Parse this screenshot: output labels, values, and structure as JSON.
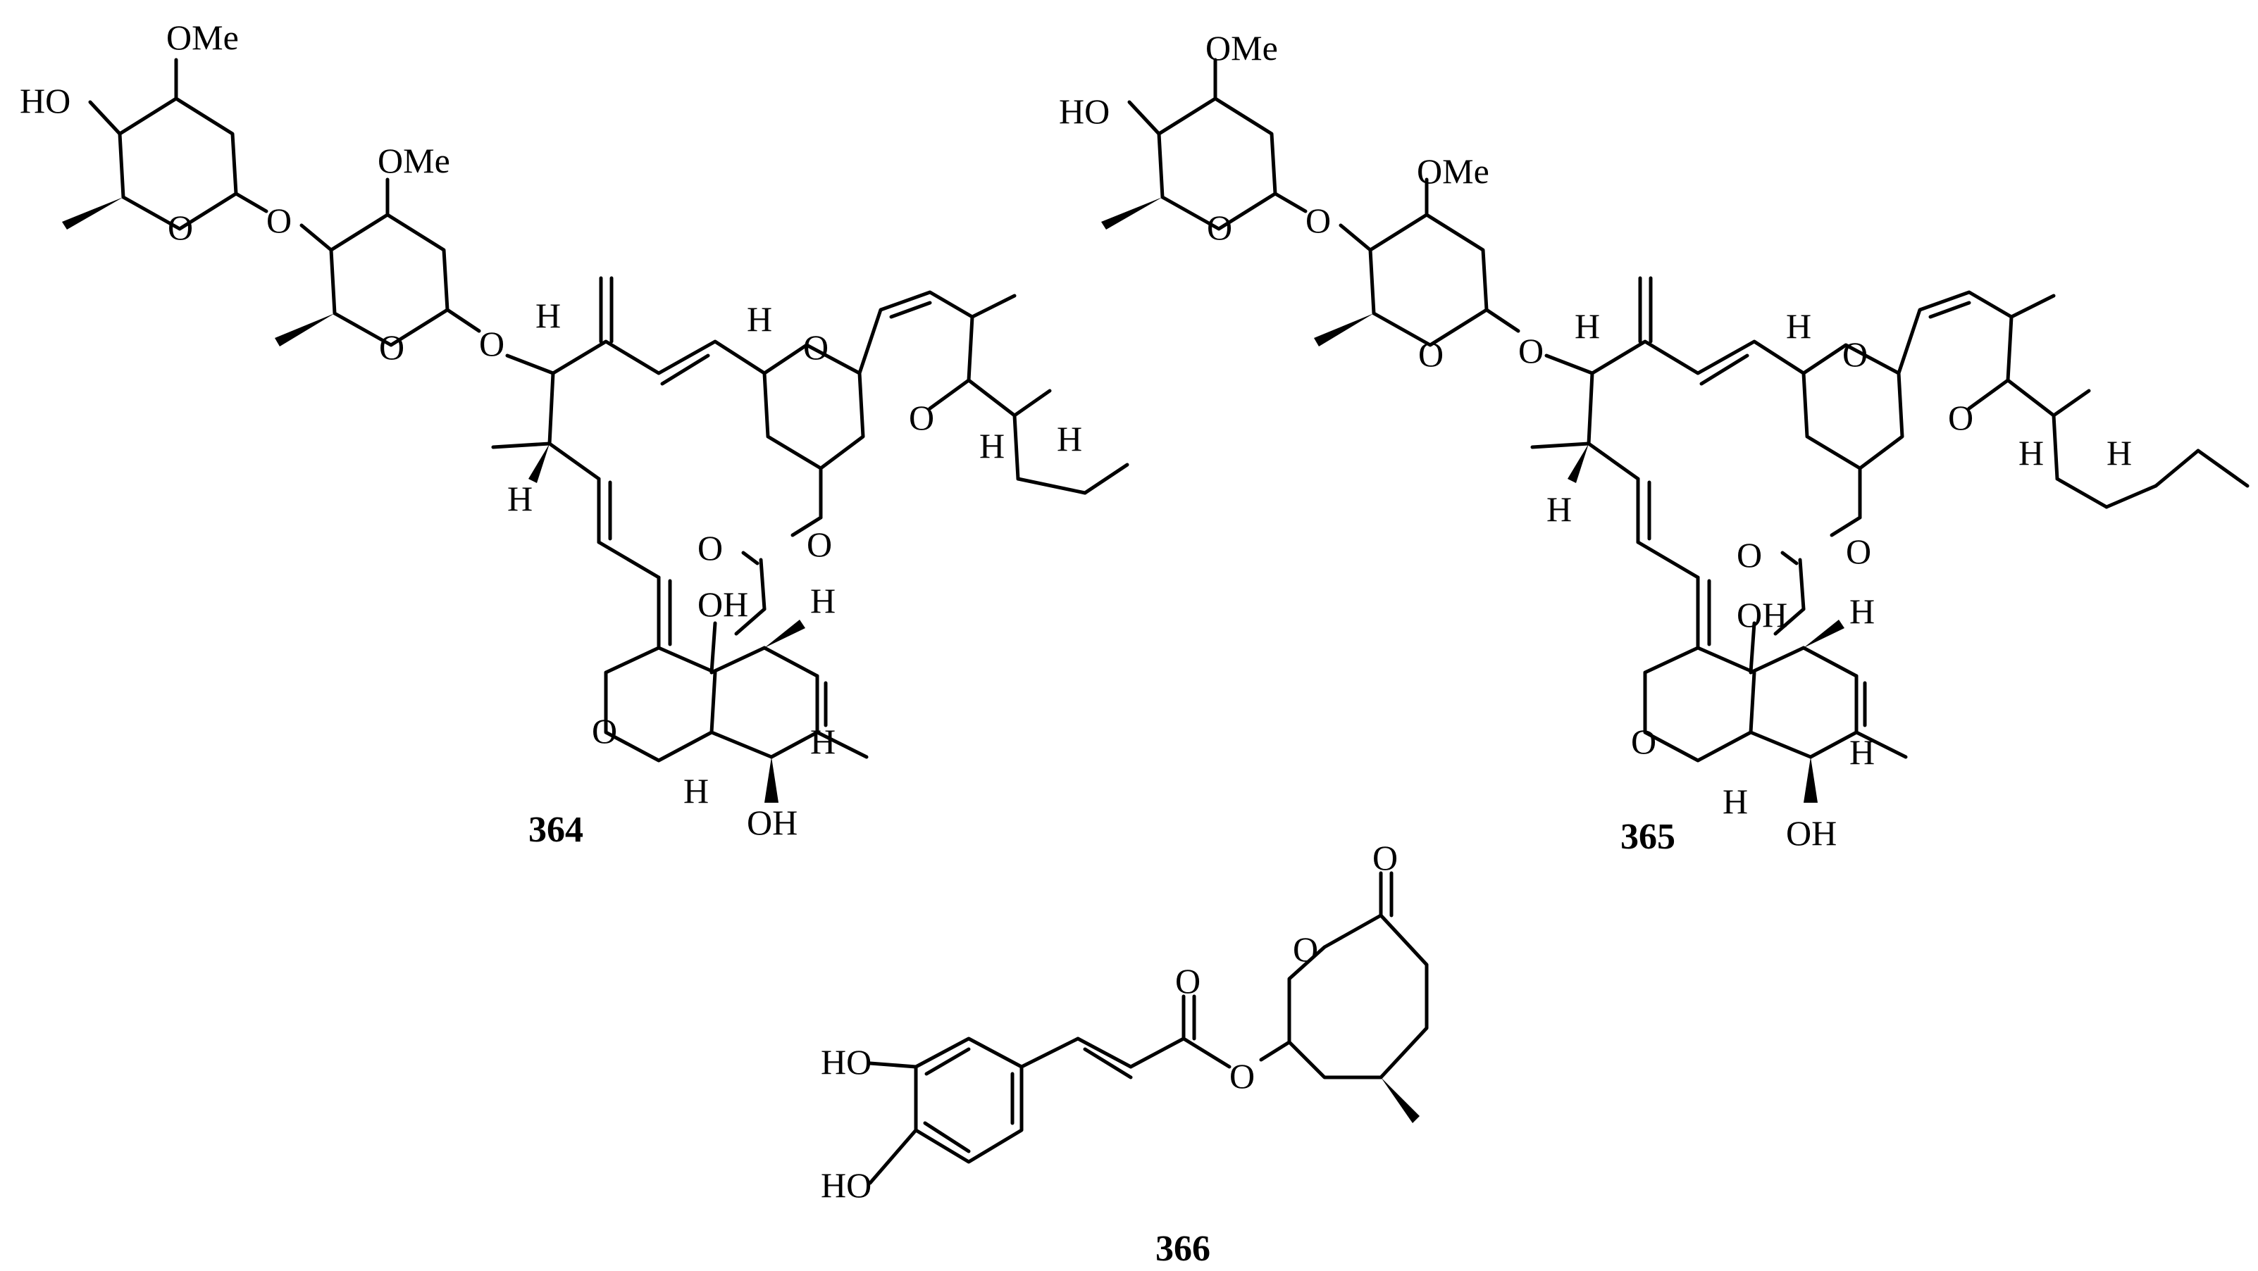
{
  "figure": {
    "compounds": [
      {
        "id": "364",
        "labels": {
          "ome_top": "OMe",
          "ho_top": "HO",
          "o_ring1": "O",
          "o_link1": "O",
          "ome_mid": "OMe",
          "o_ring2": "O",
          "o_link2": "O",
          "h_c13": "H",
          "h_c19": "H",
          "o_spiro_a": "O",
          "o_spiro_b": "O",
          "h_c25": "H",
          "h_sb": "H",
          "h_c12": "H",
          "o_ester": "O",
          "o_carbonyl": "O",
          "h_c17": "H",
          "oh_c7": "OH",
          "h_c2": "H",
          "o_furan": "O",
          "h_c6": "H",
          "oh_c5": "OH"
        }
      },
      {
        "id": "365",
        "labels": {
          "ome_top": "OMe",
          "ho_top": "HO",
          "o_ring1": "O",
          "o_link1": "O",
          "ome_mid": "OMe",
          "o_ring2": "O",
          "o_link2": "O",
          "h_c13": "H",
          "h_c19": "H",
          "o_spiro_a": "O",
          "o_spiro_b": "O",
          "h_c25": "H",
          "h_sb": "H",
          "h_c12": "H",
          "o_ester": "O",
          "o_carbonyl": "O",
          "h_c17": "H",
          "oh_c7": "OH",
          "h_c2": "H",
          "o_furan": "O",
          "h_c6": "H",
          "oh_c5": "OH"
        }
      },
      {
        "id": "366",
        "labels": {
          "ho_a": "HO",
          "ho_b": "HO",
          "o_carbonyl": "O",
          "o_ester": "O",
          "o_ring": "O",
          "o_lactone": "O"
        }
      }
    ]
  }
}
